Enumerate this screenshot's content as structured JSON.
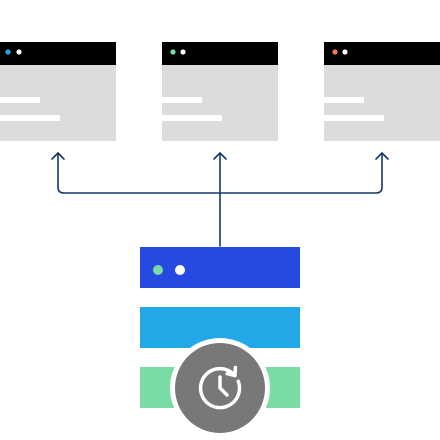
{
  "diagram": {
    "clients": [
      {
        "name": "client-window-left",
        "dot_colors": [
          "#1fa8e8",
          "#ffffff"
        ]
      },
      {
        "name": "client-window-middle",
        "dot_colors": [
          "#78dca4",
          "#ffffff"
        ]
      },
      {
        "name": "client-window-right",
        "dot_colors": [
          "#f47c54",
          "#ffffff"
        ]
      }
    ],
    "server": {
      "layers": [
        {
          "name": "server-layer-top",
          "color": "#2649e0"
        },
        {
          "name": "server-layer-middle",
          "color": "#22a8e6"
        },
        {
          "name": "server-layer-bottom",
          "color": "#78dca4"
        }
      ],
      "status_dot_colors": [
        "#78dca4",
        "#ffffff"
      ],
      "sync_icon": "refresh-clock-icon"
    },
    "colors": {
      "window_titlebar": "#000000",
      "window_body": "#dcdcdf",
      "window_lines": "#ffffff",
      "connector": "#113a66",
      "sync_badge": "#787878"
    }
  }
}
